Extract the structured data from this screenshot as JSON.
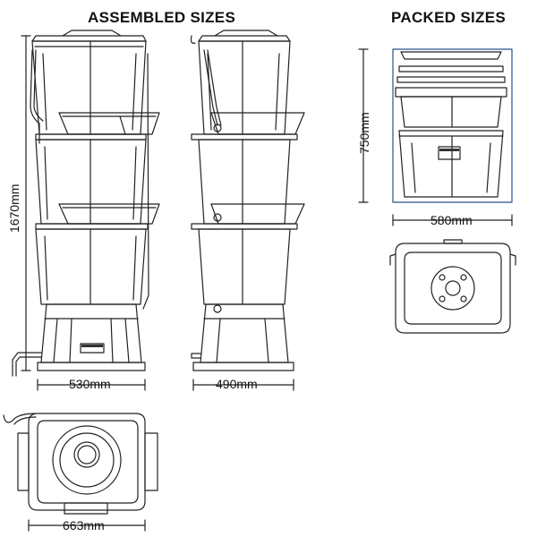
{
  "headings": {
    "assembled": "ASSEMBLED SIZES",
    "packed": "PACKED SIZES"
  },
  "dimensions": {
    "assembled_height": "1670mm",
    "front_width": "530mm",
    "side_width": "490mm",
    "top_width": "663mm",
    "packed_height": "750mm",
    "packed_width": "580mm"
  },
  "colors": {
    "line": "#222222",
    "packed_frame": "#2b4f8c"
  }
}
